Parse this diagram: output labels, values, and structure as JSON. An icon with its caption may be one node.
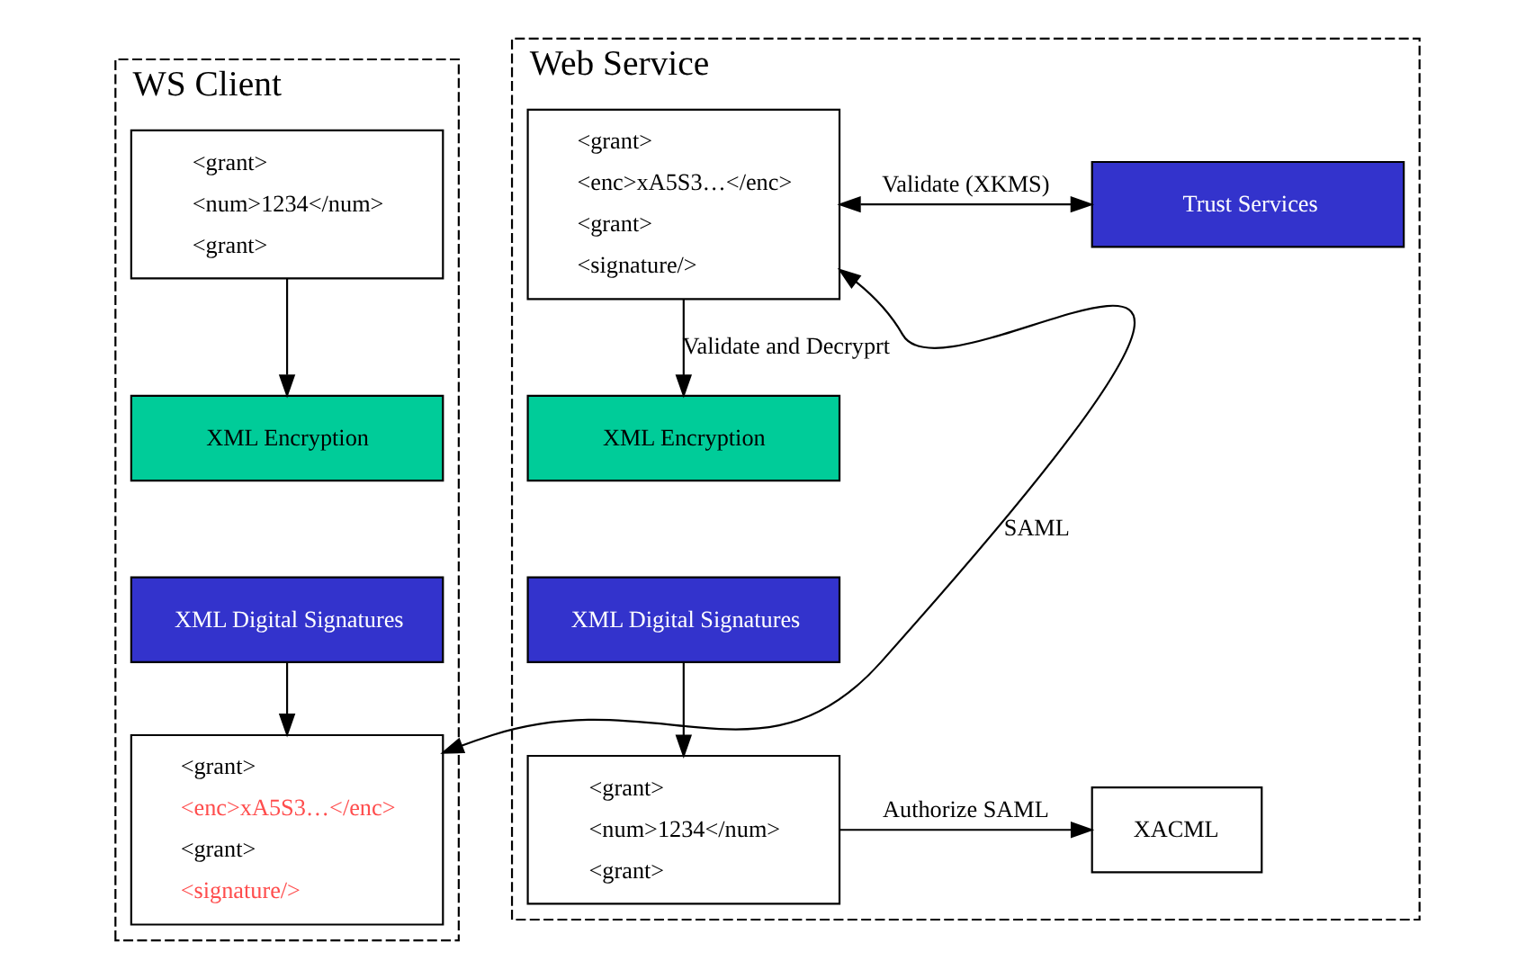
{
  "diagram": {
    "nodes": [
      {
        "text": [
          "WS Client"
        ]
      },
      {
        "text": [
          "<grant>",
          "<num>1234</num>",
          "<grant>"
        ],
        "in": 0
      },
      {
        "text": [
          "XML Encryption"
        ],
        "in": 0
      },
      {
        "text": [
          "XML Digital Signatures"
        ],
        "in": 0
      },
      {
        "text": [
          "<grant>",
          "<enc>xA5S3…</enc>",
          "<grant>",
          "<signature/>"
        ],
        "in": 0
      },
      {
        "text": [
          "Web Service"
        ]
      },
      {
        "text": [
          "<grant>",
          "<enc>xA5S3…</enc>",
          "<grant>",
          "<signature/>"
        ],
        "in": 5
      },
      {
        "text": [
          "Trust Services"
        ],
        "in": 5
      },
      {
        "text": [
          "XML Encryption"
        ],
        "in": 5
      },
      {
        "text": [
          "XML Digital Signatures"
        ],
        "in": 5
      },
      {
        "text": [
          "<grant>",
          "<num>1234</num>",
          "<grant>"
        ],
        "in": 5
      },
      {
        "text": [
          "XACML"
        ],
        "in": 5
      }
    ],
    "edges": [
      {
        "from": 1,
        "to": 2,
        "arrow": "to"
      },
      {
        "from": 3,
        "to": 4,
        "arrow": "to"
      },
      {
        "from": 4,
        "to": 6,
        "arrow": "both",
        "label": "SAML"
      },
      {
        "from": 6,
        "to": 7,
        "arrow": "both",
        "label": "Validate (XKMS)"
      },
      {
        "from": 6,
        "to": 8,
        "arrow": "to",
        "label": "Validate and Decryprt"
      },
      {
        "from": 9,
        "to": 10,
        "arrow": "to"
      },
      {
        "from": 10,
        "to": 11,
        "arrow": "to",
        "label": "Authorize SAML"
      }
    ]
  }
}
